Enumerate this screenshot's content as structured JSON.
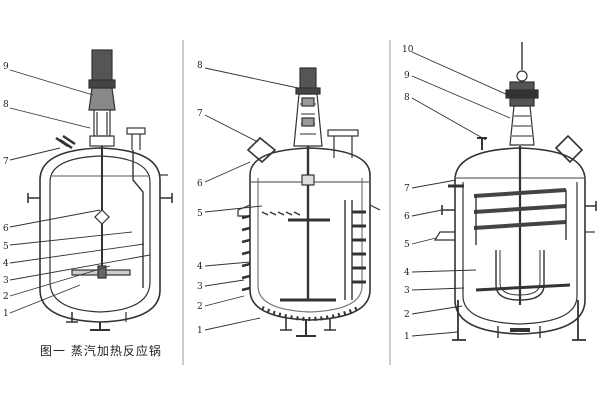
{
  "figure": {
    "caption": "图一  蒸汽加热反应锅",
    "line_color": "#333333",
    "divider_color": "#9a9a9a",
    "panels": [
      {
        "name": "steam-heated-reactor",
        "callouts": [
          "9",
          "8",
          "7",
          "6",
          "5",
          "4",
          "3",
          "2",
          "1"
        ]
      },
      {
        "name": "external-coil-reactor",
        "callouts": [
          "8",
          "7",
          "6",
          "5",
          "4",
          "3",
          "2",
          "1"
        ]
      },
      {
        "name": "internal-coil-reactor",
        "callouts": [
          "10",
          "9",
          "8",
          "7",
          "6",
          "5",
          "4",
          "3",
          "2",
          "1"
        ]
      }
    ]
  }
}
